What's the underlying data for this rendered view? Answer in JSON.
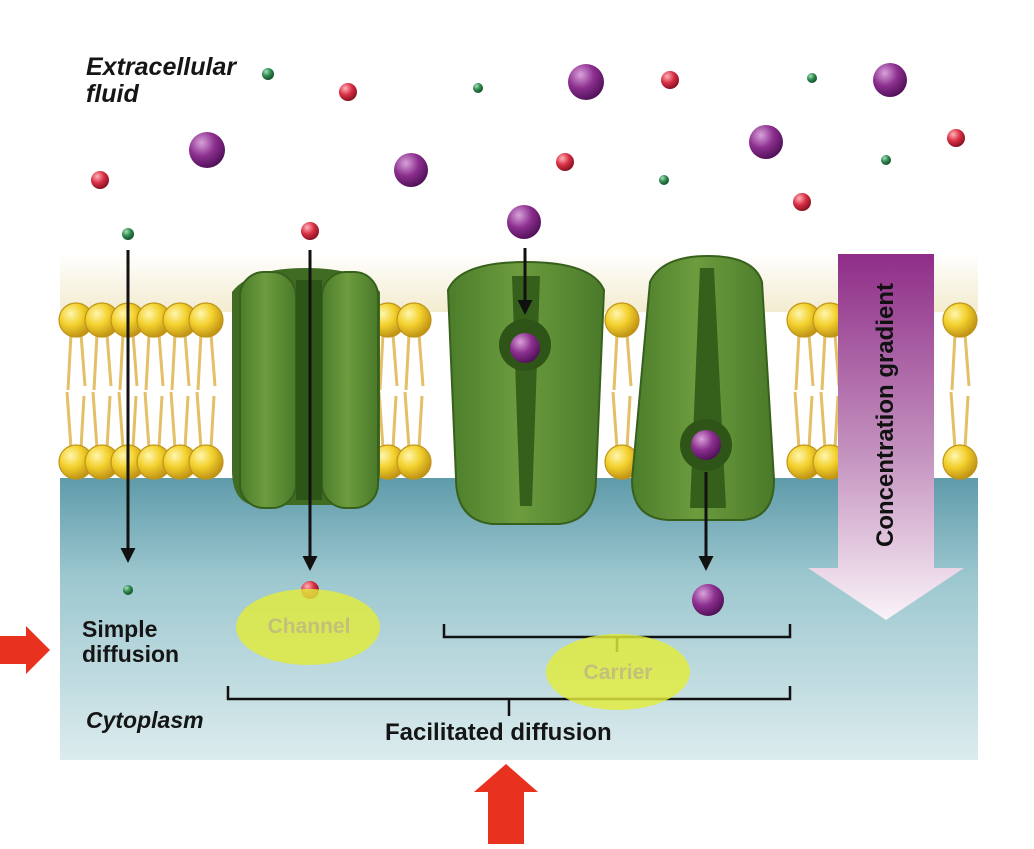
{
  "labels": {
    "extracellular_line1": "Extracellular",
    "extracellular_line2": "fluid",
    "concentration_gradient": "Concentration gradient",
    "simple_line1": "Simple",
    "simple_line2": "diffusion",
    "cytoplasm": "Cytoplasm",
    "facilitated_diffusion": "Facilitated diffusion",
    "channel": "Channel",
    "carrier": "Carrier"
  },
  "colors": {
    "extracellular_bg": "#ffffff",
    "cytoplasm_top": "#6aa3b0",
    "cytoplasm_bottom": "#d6eaee",
    "phospholipid_head": "#f1cd2a",
    "phospholipid_tail": "#e1c06a",
    "protein": "#5a8a34",
    "protein_dark": "#3a6420",
    "large_solute": "#8c2a8e",
    "medium_solute": "#d9344a",
    "small_solute": "#2f8a4f",
    "gradient_arrow": "#a23f96",
    "highlight": "#e6ef3a",
    "pointer_arrow": "#e8321f"
  }
}
